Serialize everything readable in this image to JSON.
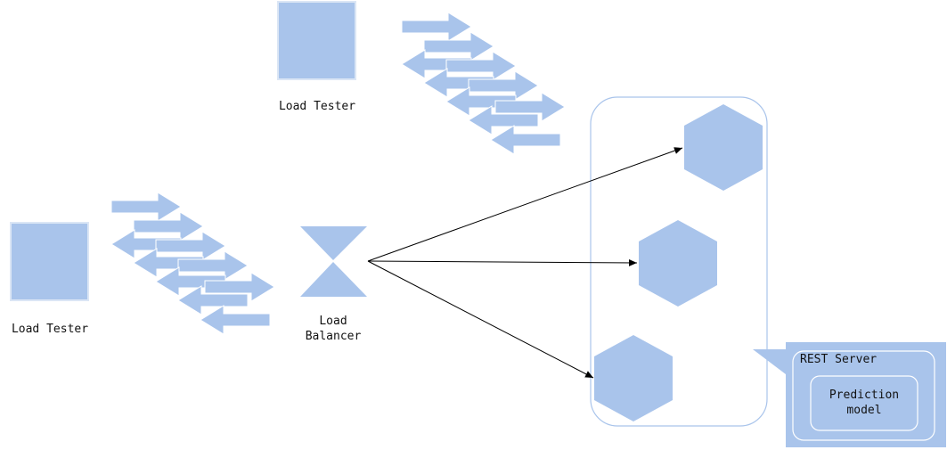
{
  "nodes": {
    "tester_top": {
      "label": "Load Tester"
    },
    "tester_left": {
      "label": "Load Tester"
    },
    "balancer": {
      "label": "Load\nBalancer"
    },
    "callout": {
      "title": "REST Server",
      "inner": "Prediction\nmodel"
    }
  },
  "colors": {
    "fill": "#a9c4eb",
    "stroke": "#7ea6e0",
    "edge": "#000000"
  }
}
